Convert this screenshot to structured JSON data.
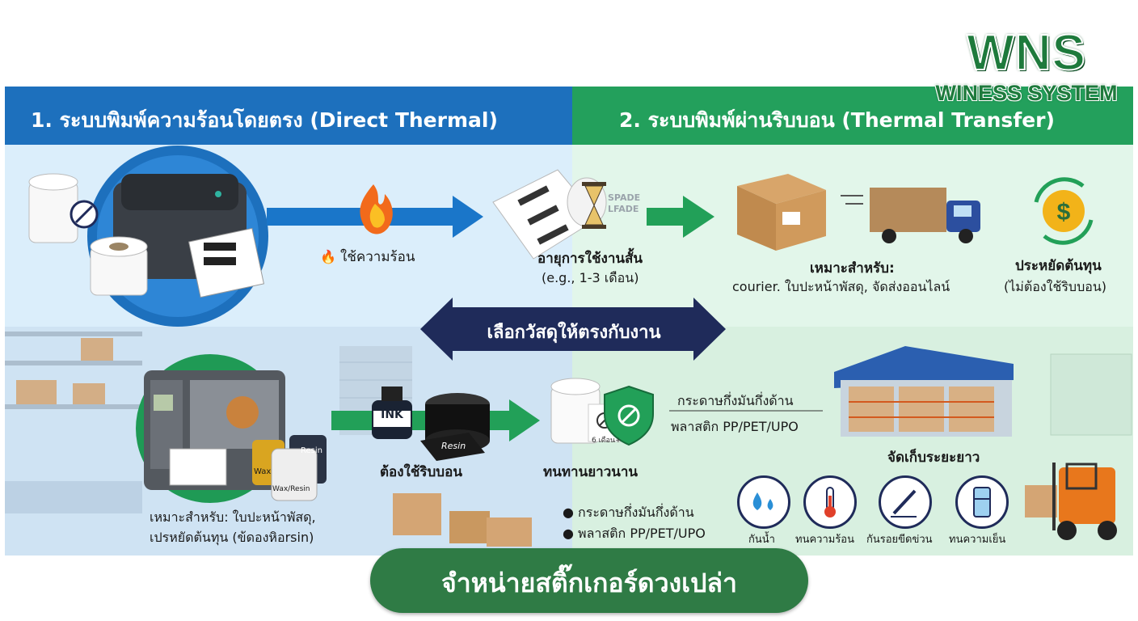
{
  "logo": {
    "main": "WNS",
    "sub": "WINESS SYSTEM"
  },
  "section1": {
    "title": "1. ระบบพิมพ์ความร้อนโดยตรง (Direct Thermal)",
    "heat_label": "ใช้ความร้อน",
    "lifespan_label": "อายุการใช้งานสั้น",
    "lifespan_sub": "(e.g., 1-3 เดือน)",
    "watermark_1": "SPADE",
    "watermark_2": "LFADE"
  },
  "section2": {
    "title": "2. ระบบพิมพ์ผ่านริบบอน (Thermal Transfer)",
    "suitable_label": "เหมาะสำหรับ:",
    "suitable_text": "courier. ใบปะหน้าพัสดุ, จัดส่งออนไลน์",
    "save_label": "ประหยัดต้นทุน",
    "save_sub": "(ไม่ต้องใช้ริบบอน)"
  },
  "center_banner": {
    "text": "เลือกวัสดุให้ตรงกับงาน"
  },
  "bottom_left": {
    "ribbon_required": "ต้องใช้ริบบอน",
    "suitable_line1": "เหมาะสำหรับ: ใบปะหน้าพัสดุ,",
    "suitable_line2": "เปรหยัดต้นทุน (ข้ดองหิอrsin)",
    "ink_label": "INK",
    "resin_label": "Resin",
    "roll_wax": "Wax",
    "roll_resin": "Resin",
    "roll_waxresin": "Wax/Resin"
  },
  "bottom_right": {
    "durable_label": "ทนทานยาวนาน",
    "durable_badge": "6 เดือน+",
    "material_1": "กระดาษกึ่งมันกึ่งด้าน",
    "material_2": "พลาสติก PP/PET/UPO",
    "bullet_1": "กระดาษกึ่งมันกึ่งด้าน",
    "bullet_2": "พลาสติก PP/PET/UPO",
    "storage_label": "จัดเก็บระยะยาว",
    "features": [
      "กันน้ำ",
      "ทนความร้อน",
      "กันรอยขีดข่วน",
      "ทนความเย็น"
    ]
  },
  "bottom_pill": {
    "text": "จำหน่ายสติ๊กเกอร์ดวงเปล่า"
  },
  "colors": {
    "blue_header": "#1d70bd",
    "green_header": "#23a05c",
    "blue_panel": "#dbeefb",
    "green_panel": "#e2f6ea",
    "navy_banner": "#1f2b5a",
    "pill_green": "#2f7b45",
    "arrow_blue": "#1a76c9",
    "arrow_green": "#22a058"
  }
}
